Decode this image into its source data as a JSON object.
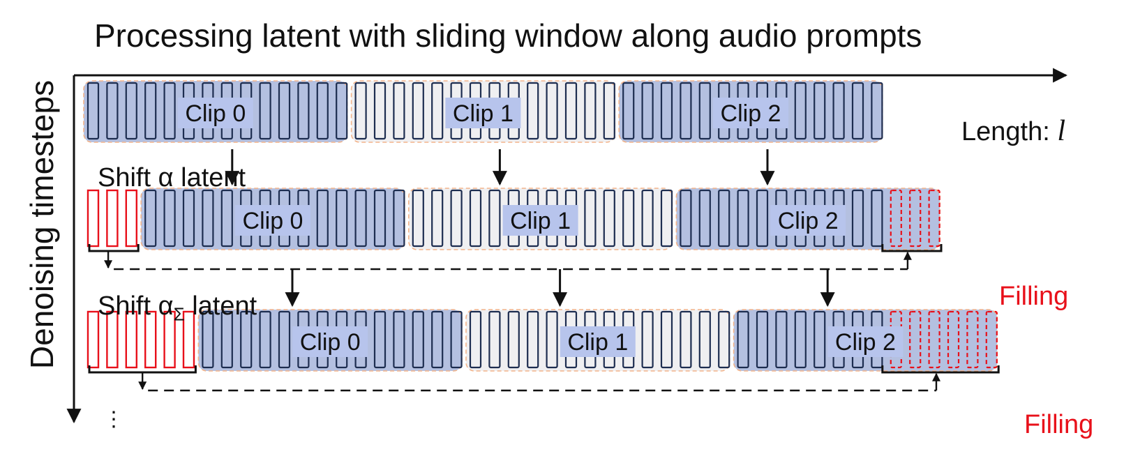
{
  "title": "Processing latent with sliding window along audio prompts",
  "y_axis_label": "Denoising timesteps",
  "length_label": {
    "prefix": "Length: ",
    "symbol": "l"
  },
  "rows": [
    {
      "label": "",
      "shift_units": 0,
      "clips": [
        "Clip 0",
        "Clip 1",
        "Clip 2"
      ]
    },
    {
      "label": "Shift α latent",
      "shift_units": 3,
      "clips": [
        "Clip 0",
        "Clip 1",
        "Clip 2"
      ]
    },
    {
      "label": "Shift α",
      "label_subscript": "Σ",
      "label_suffix": " latent",
      "shift_units": 6,
      "clips": [
        "Clip 0",
        "Clip 1",
        "Clip 2"
      ]
    }
  ],
  "filling_label": "Filling",
  "ellipsis": "⋮",
  "colors": {
    "clip_dark": "#b4c0e0",
    "clip_light": "#efeff1",
    "clip_label_bg": "#b7c4ec",
    "frame_outline": "#1d2d50",
    "clip_border": "#f3b48a",
    "filling": "#e8101a",
    "arrow": "#111111"
  }
}
